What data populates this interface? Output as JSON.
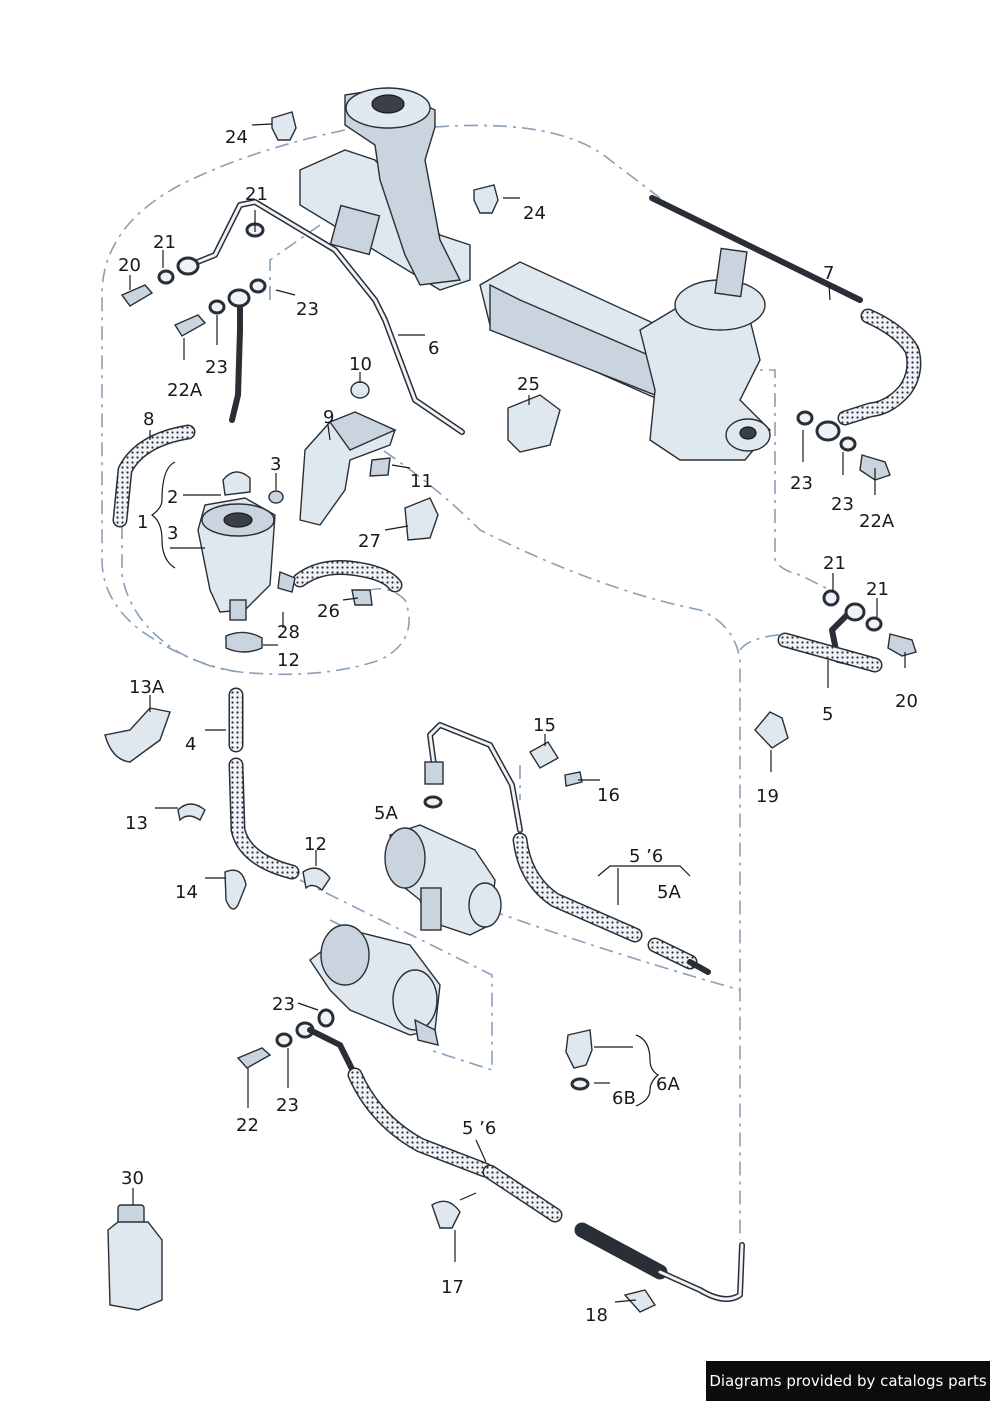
{
  "labels": {
    "l24a": "24",
    "l24b": "24",
    "l21a": "21",
    "l21b": "21",
    "l21c": "21",
    "l21d": "21",
    "l20a": "20",
    "l20b": "20",
    "l23a": "23",
    "l23b": "23",
    "l23c": "23",
    "l23d": "23",
    "l23e": "23",
    "l23f": "23",
    "l22Aa": "22A",
    "l22Ab": "22A",
    "l7": "7",
    "l6": "6",
    "l8": "8",
    "l10": "10",
    "l9": "9",
    "l11": "11",
    "l25": "25",
    "l1": "1",
    "l2": "2",
    "l3a": "3",
    "l3b": "3",
    "l27": "27",
    "l26": "26",
    "l28": "28",
    "l12a": "12",
    "l12b": "12",
    "l5": "5",
    "l13A": "13A",
    "l4": "4",
    "l15": "15",
    "l16": "16",
    "l19": "19",
    "l5Aa": "5A",
    "l5Ab": "5A",
    "l13": "13",
    "l56a": "5 ’6",
    "l56b": "5 ’6",
    "l14": "14",
    "l6A": "6A",
    "l6B": "6B",
    "l22": "22",
    "l30": "30",
    "l17": "17",
    "l18": "18"
  },
  "footer": {
    "text": "Diagrams provided by catalogs parts"
  }
}
